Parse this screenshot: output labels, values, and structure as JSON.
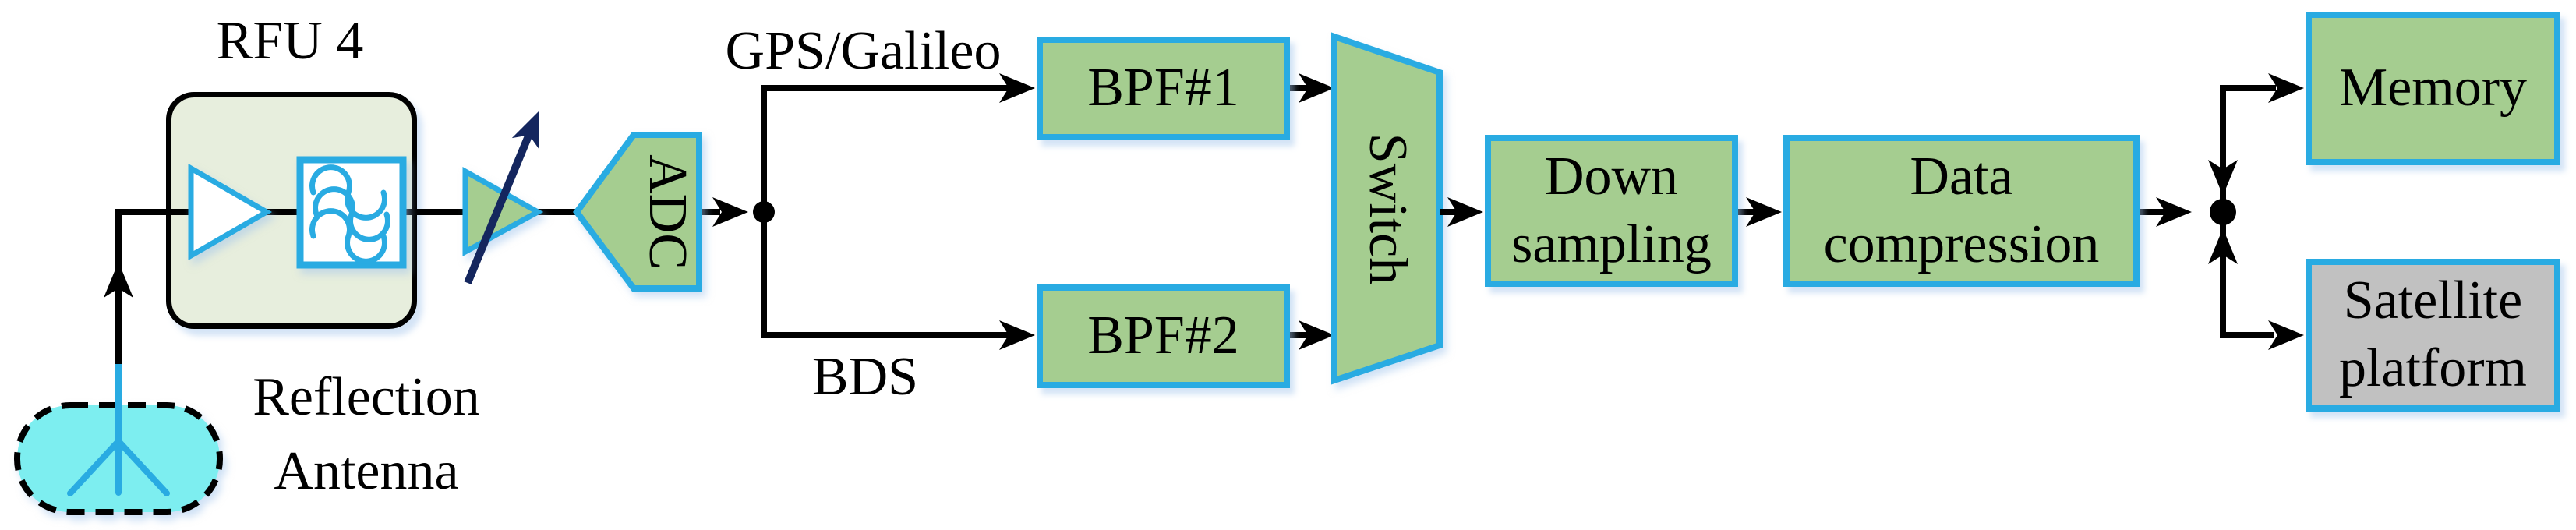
{
  "diagram": {
    "rfu_title": "RFU 4",
    "antenna_label_line1": "Reflection",
    "antenna_label_line2": "Antenna",
    "branch_upper_label": "GPS/Galileo",
    "branch_lower_label": "BDS",
    "adc_label": "ADC",
    "switch_label": "Switch",
    "bpf1_label": "BPF#1",
    "bpf2_label": "BPF#2",
    "down_sampling_line1": "Down",
    "down_sampling_line2": "sampling",
    "data_compression_line1": "Data",
    "data_compression_line2": "compression",
    "memory_label": "Memory",
    "satellite_line1": "Satellite",
    "satellite_line2": "platform"
  },
  "icons": {
    "antenna": "antenna-icon (cyan pill with dashed border and trident mast)",
    "amplifier": "amplifier-icon (white right-pointing triangle)",
    "bandpass_filter": "bandpass-filter-icon (square with three wave loops)",
    "variable_gain_amplifier": "variable-gain-amplifier-icon (green triangle with diagonal navy arrow)",
    "adc": "adc-pentagon-icon (left-pointing house pentagon)",
    "switch": "switch-trapezoid-icon",
    "junction": "junction-dot (filled black circle)",
    "flow_arrow": "black stealth arrowhead"
  },
  "colors": {
    "block_fill": "#a5cd90",
    "block_border": "#29abe2",
    "rfu_fill": "#e7eedd",
    "rfu_border": "#000000",
    "antenna_fill": "#7deef0",
    "satellite_fill": "#c1c1c1",
    "line": "#000000",
    "gain_arrow": "#14265e",
    "text": "#000000",
    "background": "#ffffff"
  }
}
